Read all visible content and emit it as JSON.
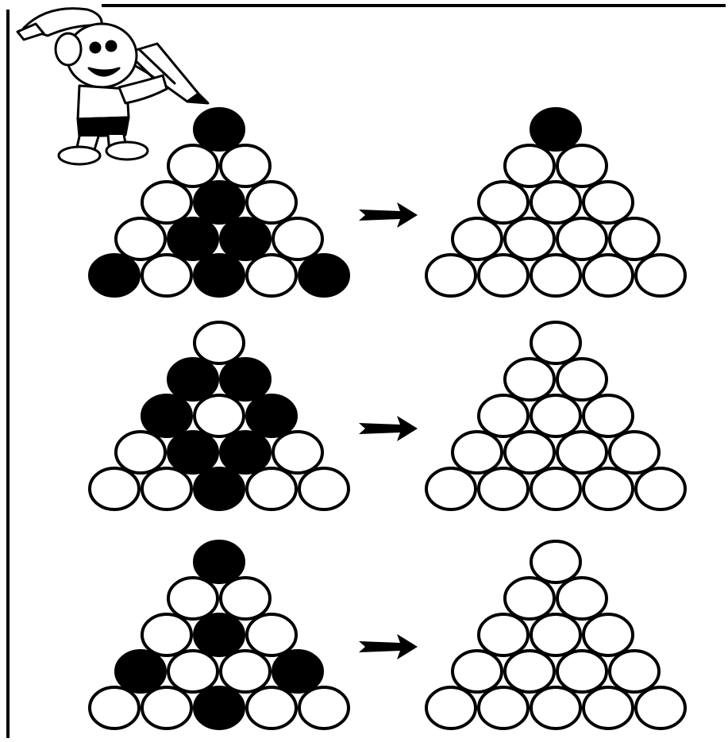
{
  "worksheet": {
    "colors": {
      "filled": "#000000",
      "empty": "#ffffff",
      "ink": "#000000"
    },
    "mascot": {
      "icon": "cartoon-boy-holding-pencil"
    },
    "arrow_icon": "right-arrow-icon",
    "puzzles": [
      {
        "source_pattern": [
          [
            1
          ],
          [
            0,
            0
          ],
          [
            0,
            1,
            0
          ],
          [
            0,
            1,
            1,
            0
          ],
          [
            1,
            0,
            1,
            0,
            1
          ]
        ],
        "target_pattern": [
          [
            1
          ],
          [
            0,
            0
          ],
          [
            0,
            0,
            0
          ],
          [
            0,
            0,
            0,
            0
          ],
          [
            0,
            0,
            0,
            0,
            0
          ]
        ]
      },
      {
        "source_pattern": [
          [
            0
          ],
          [
            1,
            1
          ],
          [
            1,
            0,
            1
          ],
          [
            0,
            1,
            1,
            0
          ],
          [
            0,
            0,
            1,
            0,
            0
          ]
        ],
        "target_pattern": [
          [
            0
          ],
          [
            0,
            0
          ],
          [
            0,
            0,
            0
          ],
          [
            0,
            0,
            0,
            0
          ],
          [
            0,
            0,
            0,
            0,
            0
          ]
        ]
      },
      {
        "source_pattern": [
          [
            1
          ],
          [
            0,
            0
          ],
          [
            0,
            1,
            0
          ],
          [
            1,
            0,
            0,
            1
          ],
          [
            0,
            0,
            1,
            0,
            0
          ]
        ],
        "target_pattern": [
          [
            0
          ],
          [
            0,
            0
          ],
          [
            0,
            0,
            0
          ],
          [
            0,
            0,
            0,
            0
          ],
          [
            0,
            0,
            0,
            0,
            0
          ]
        ]
      }
    ]
  }
}
